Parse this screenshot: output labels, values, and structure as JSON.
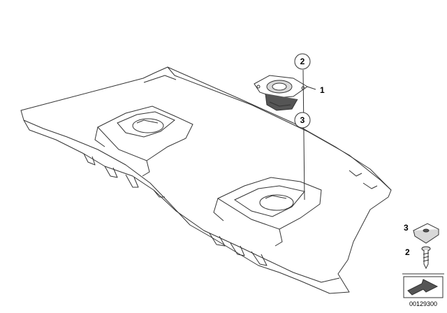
{
  "diagram": {
    "callouts": {
      "speaker_part_number": "1",
      "upper_bubble": "2",
      "lower_bubble": "3"
    },
    "legend": {
      "clip_nut_number": "3",
      "screw_number": "2"
    },
    "diagram_id": "00129300",
    "colors": {
      "line": "#333333",
      "shelf_fill": "#ffffff",
      "shade": "#d8d8d8",
      "speaker_dark": "#555555"
    },
    "icons": [
      "speaker-icon",
      "clip-nut-icon",
      "screw-icon",
      "direction-arrow-icon"
    ]
  }
}
